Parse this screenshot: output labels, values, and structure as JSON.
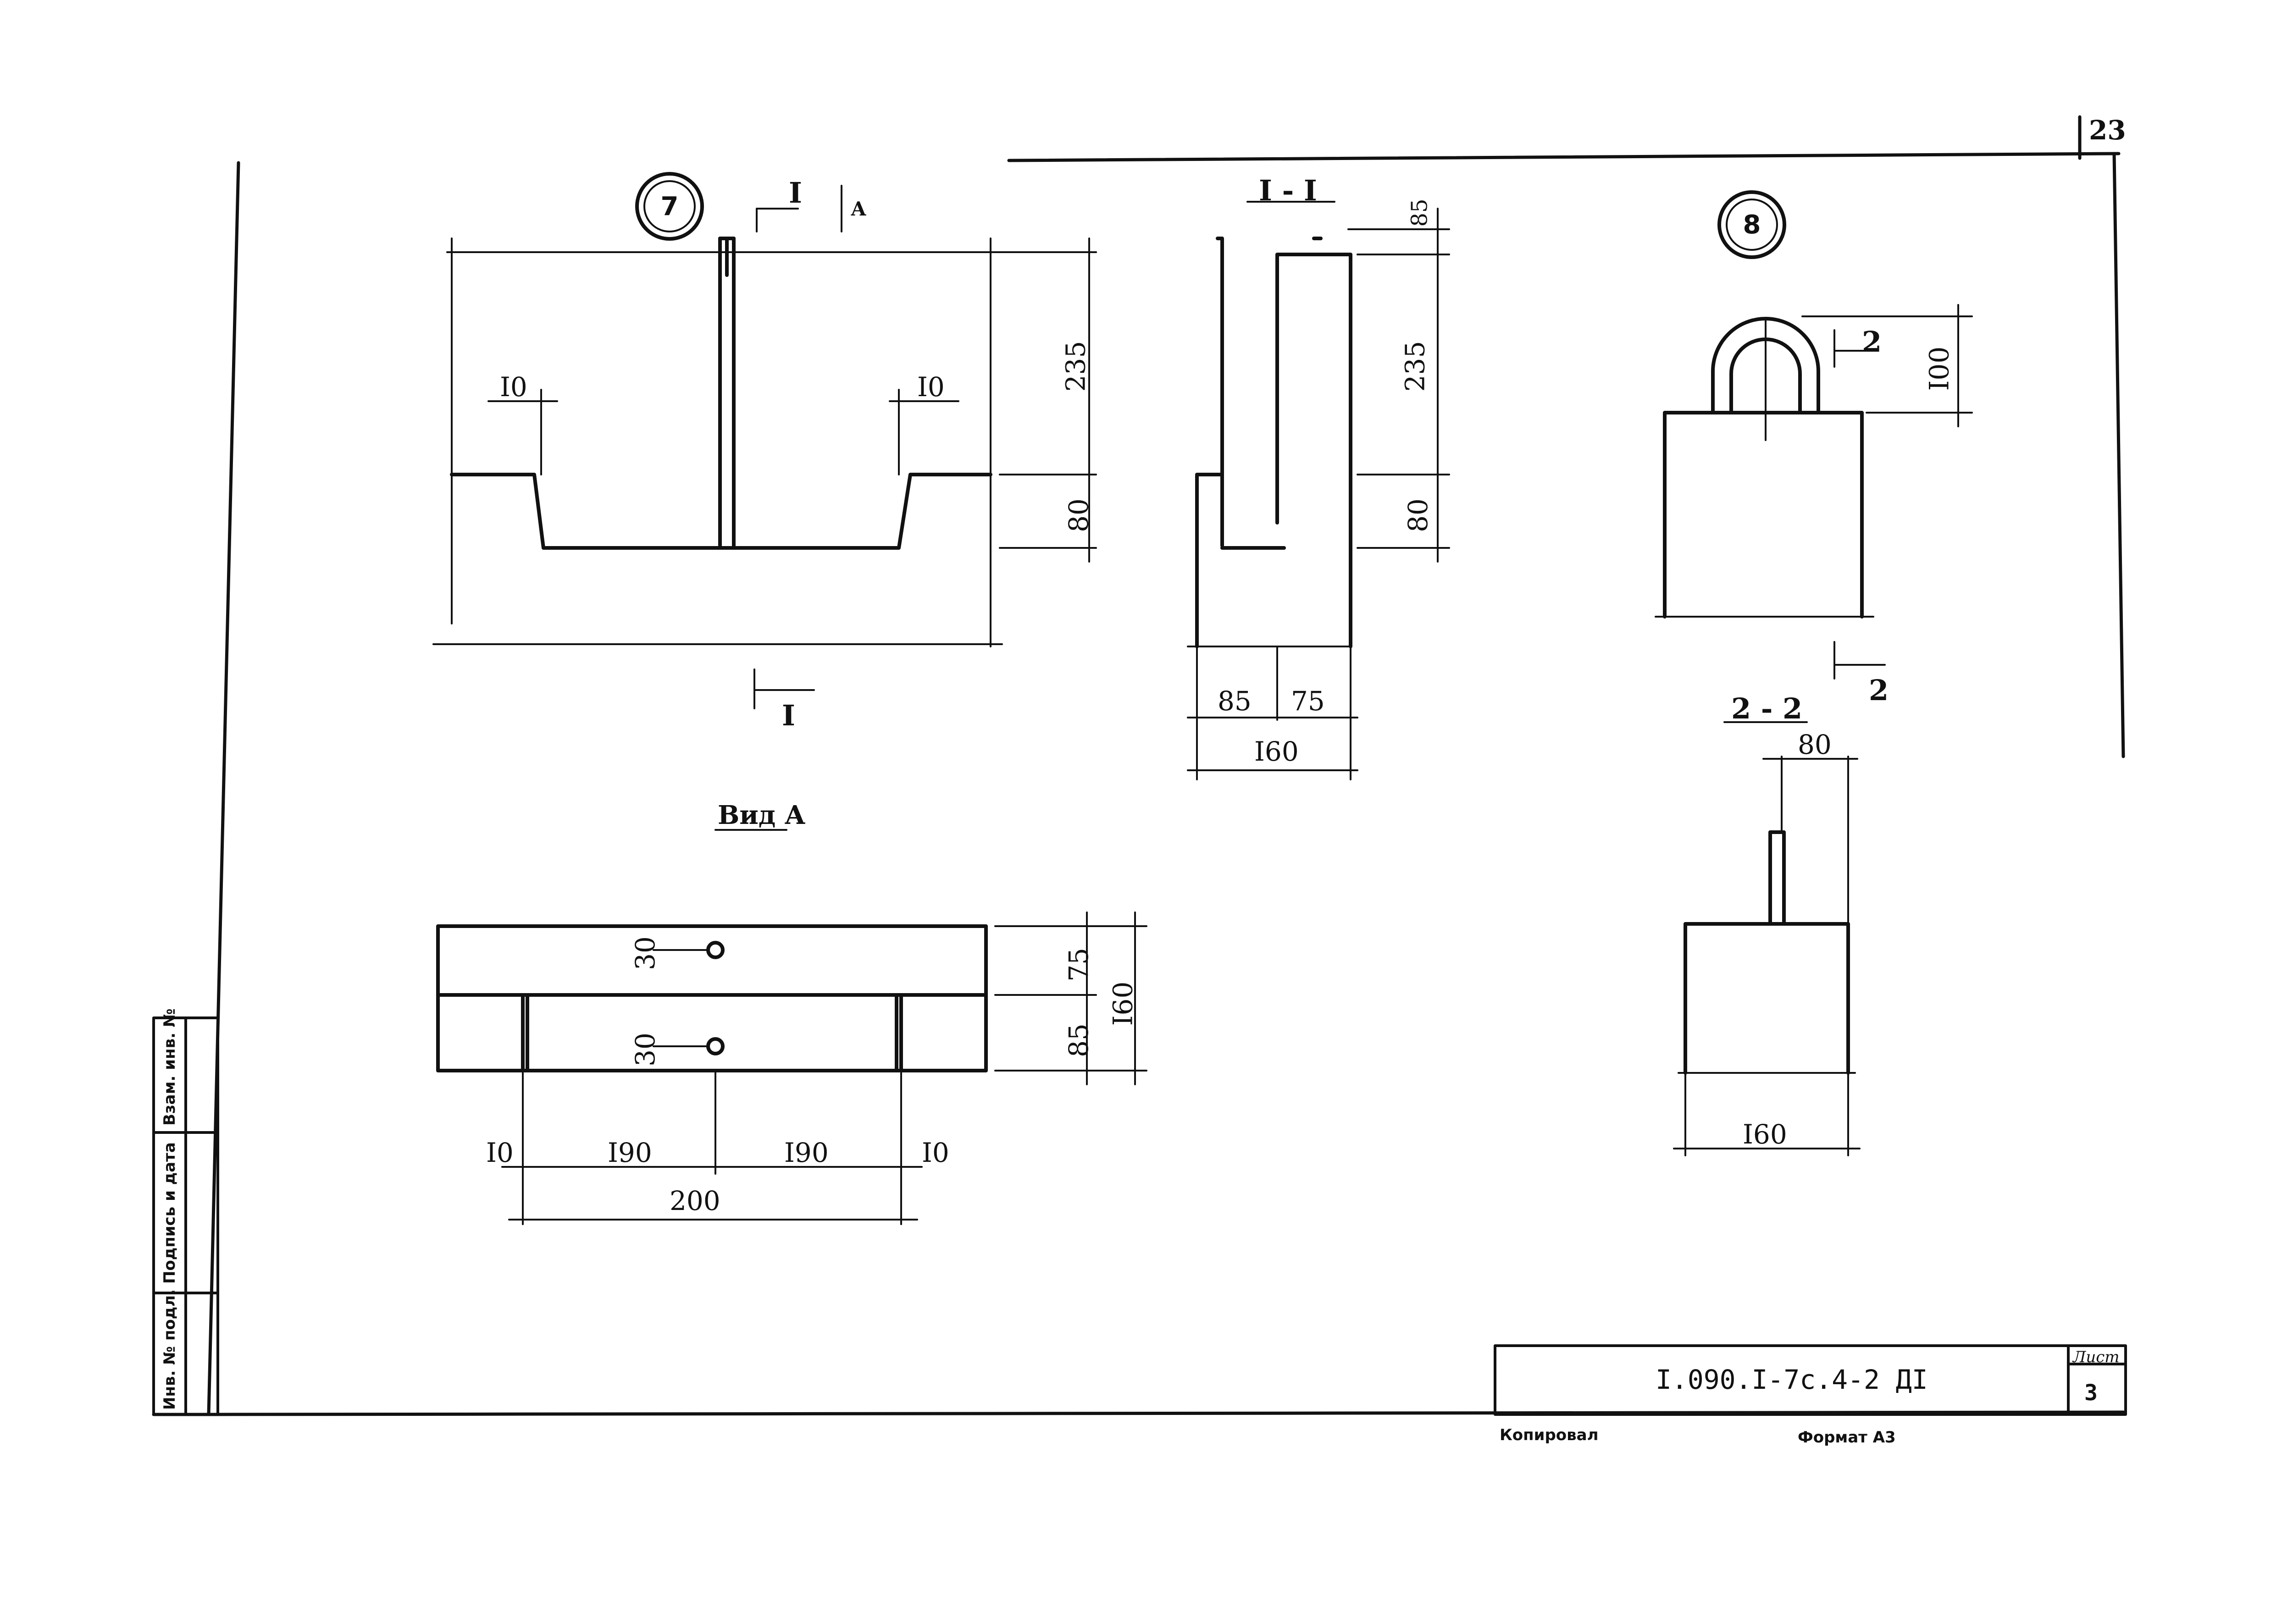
{
  "corner_number": "23",
  "node7": {
    "badge": "7",
    "section_mark_top": "I",
    "view_mark": "А",
    "section_mark_bottom": "I",
    "dim_left_10": "I0",
    "dim_right_10": "I0",
    "dim_235": "235",
    "dim_80": "80"
  },
  "section1": {
    "title": "I - I",
    "dim_85_top": "85",
    "dim_235": "235",
    "dim_80": "80",
    "dim_85": "85",
    "dim_75": "75",
    "dim_160": "I60"
  },
  "viewA": {
    "title": "Вид А",
    "dim_30_top": "30",
    "dim_30_bottom": "30",
    "dim_75": "75",
    "dim_85": "85",
    "dim_160": "I60",
    "dim_10_left": "I0",
    "dim_190_left": "I90",
    "dim_190_right": "I90",
    "dim_10_right": "I0",
    "dim_200": "200"
  },
  "node8": {
    "badge": "8",
    "section_mark": "2",
    "section_mark_bottom": "2",
    "dim_100": "I00"
  },
  "section2": {
    "title": "2 - 2",
    "dim_80": "80",
    "dim_160": "I60"
  },
  "side_stamp": {
    "inv_orig": "Инв. № подл.",
    "sign_date": "Подпись и дата",
    "inv_repl": "Взам. инв. №"
  },
  "title_block": {
    "doc_code": "I.090.I-7с.4-2 ДI",
    "sheet_label": "Лист",
    "sheet_number": "3"
  },
  "footer": {
    "copied": "Копировал",
    "format": "Формат А3"
  }
}
